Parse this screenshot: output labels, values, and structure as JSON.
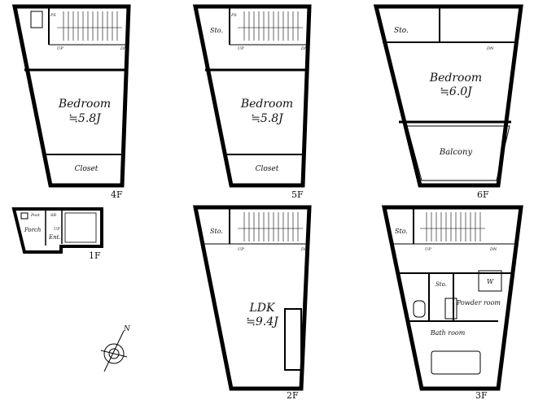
{
  "floors": {
    "f4": {
      "label": "4F",
      "room": "Bedroom",
      "area": "≒5.8J",
      "closet": "Closet",
      "ps": "PS",
      "up": "UP",
      "dn": "DN"
    },
    "f5": {
      "label": "5F",
      "room": "Bedroom",
      "area": "≒5.8J",
      "closet": "Closet",
      "sto": "Sto.",
      "ps": "PS",
      "up": "UP",
      "dn": "DN"
    },
    "f6": {
      "label": "6F",
      "room": "Bedroom",
      "area": "≒6.0J",
      "sto": "Sto.",
      "balcony": "Balcony",
      "dn": "DN"
    },
    "f1": {
      "label": "1F",
      "post": "Post",
      "sb": "SB",
      "porch": "Porch",
      "ent": "Ent.",
      "up": "UP"
    },
    "f2": {
      "label": "2F",
      "room": "LDK",
      "area": "≒9.4J",
      "sto": "Sto.",
      "up": "UP",
      "dn": "DN"
    },
    "f3": {
      "label": "3F",
      "sto1": "Sto.",
      "sto2": "Sto.",
      "w": "W",
      "powder": "Powder room",
      "bath": "Bath room",
      "up": "UP",
      "dn": "DN"
    }
  },
  "compass": {
    "north": "N"
  }
}
